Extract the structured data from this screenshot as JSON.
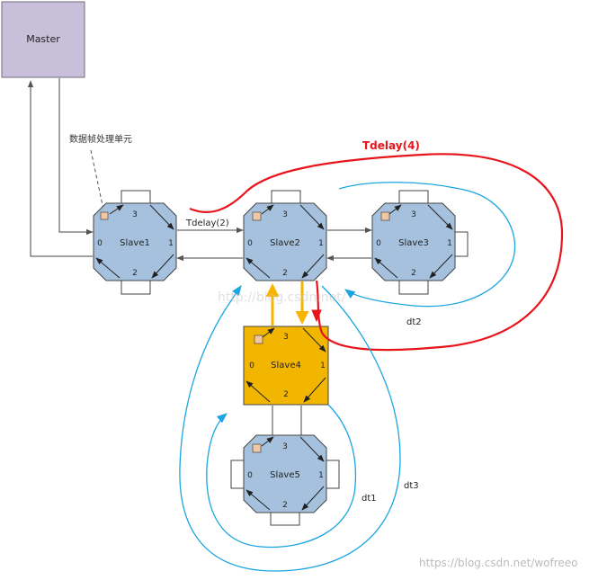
{
  "master": {
    "label": "Master"
  },
  "annotation": {
    "frame_unit": "数据帧处理单元"
  },
  "slaves": [
    {
      "label": "Slave1",
      "port0": "0",
      "port1": "1",
      "port2": "2",
      "port3": "3"
    },
    {
      "label": "Slave2",
      "port0": "0",
      "port1": "1",
      "port2": "2",
      "port3": "3"
    },
    {
      "label": "Slave3",
      "port0": "0",
      "port1": "1",
      "port2": "2",
      "port3": "3"
    },
    {
      "label": "Slave4",
      "port0": "0",
      "port1": "1",
      "port2": "2",
      "port3": "3"
    },
    {
      "label": "Slave5",
      "port0": "0",
      "port1": "1",
      "port2": "2",
      "port3": "3"
    }
  ],
  "delays": {
    "tdelay2": "Tdelay(2)",
    "tdelay4": "Tdelay(4)",
    "dt1": "dt1",
    "dt2": "dt2",
    "dt3": "dt3"
  },
  "watermarks": {
    "center": "http://blog.csdn.net/",
    "bottom": "https://blog.csdn.net/wofreeo"
  },
  "colors": {
    "master_fill": "#c8c0da",
    "slave_fill": "#a6c1de",
    "slave4_fill": "#f3b600",
    "highlight_arrow": "#f7b400",
    "tdelay4_curve": "#e8141b",
    "dt_curve": "#1aa5e0",
    "processing_unit": "#f2c8a4"
  }
}
